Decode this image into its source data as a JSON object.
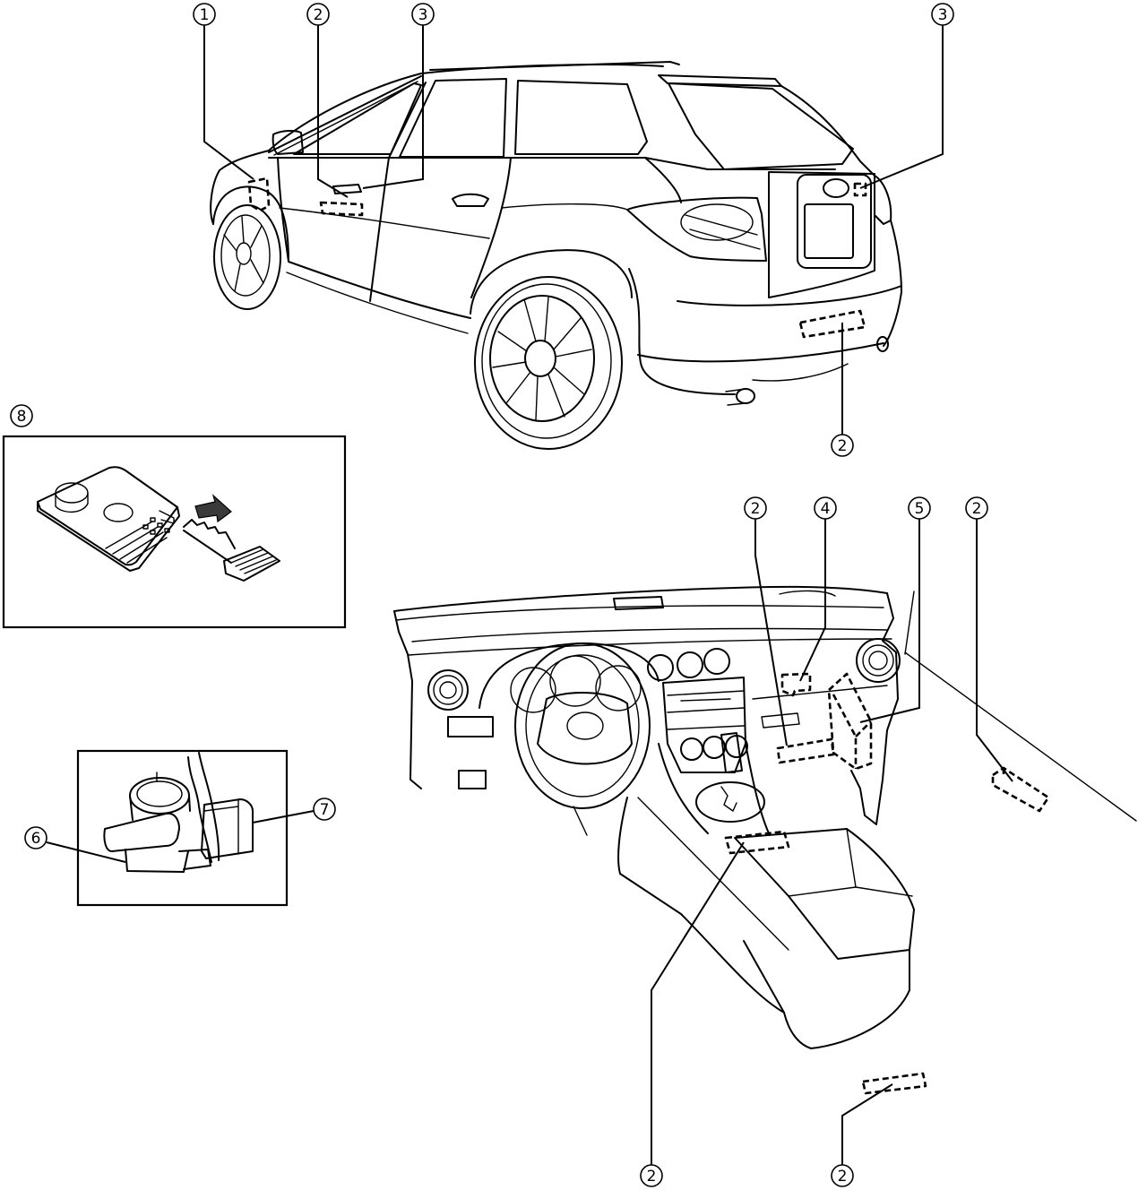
{
  "callouts": [
    {
      "label": "1"
    },
    {
      "label": "2"
    },
    {
      "label": "3"
    },
    {
      "label": "3"
    },
    {
      "label": "2"
    },
    {
      "label": "8"
    },
    {
      "label": "2"
    },
    {
      "label": "4"
    },
    {
      "label": "5"
    },
    {
      "label": "2"
    },
    {
      "label": "6"
    },
    {
      "label": "7"
    },
    {
      "label": "2"
    },
    {
      "label": "2"
    }
  ],
  "colors": {
    "line": "#000000",
    "background": "#ffffff",
    "arrow_fill": "#3a3a3a"
  }
}
